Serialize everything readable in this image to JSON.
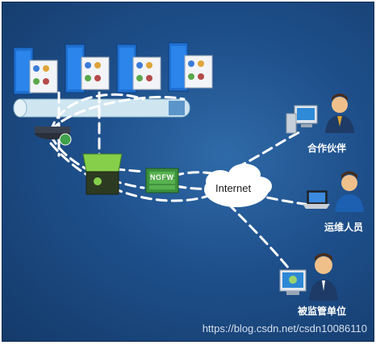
{
  "cloud": {
    "label": "Internet"
  },
  "firewall": {
    "label": "NGFW"
  },
  "nodes": {
    "partner": {
      "label": "合作伙伴"
    },
    "ops": {
      "label": "运维人员"
    },
    "monitored": {
      "label": "被监管单位"
    }
  },
  "watermark": "https://blog.csdn.net/csdn10086110",
  "colors": {
    "background": "#1e4f8a",
    "link": "#ffffff",
    "server": "#1f6fd1",
    "switch": "#79c54a",
    "cloud": "#ffffff"
  }
}
